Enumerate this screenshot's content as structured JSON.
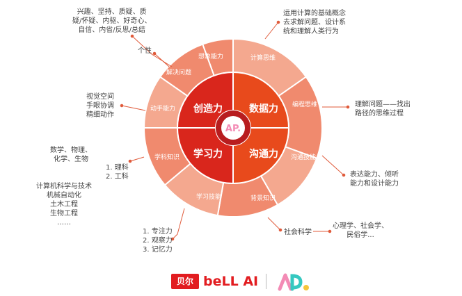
{
  "center_logo": "AP.",
  "quadrants": {
    "creativity": "创造力",
    "data": "数据力",
    "learning": "学习力",
    "communication": "沟通力"
  },
  "outer_segments": {
    "imagination": "想象能力",
    "computational_thinking": "计算思维",
    "programming_thinking": "编程思维",
    "communication_skills": "沟通技能",
    "background_knowledge": "背景知识",
    "learning_skills": "学习技能",
    "subject_knowledge": "学科知识",
    "hands_on": "动手能力",
    "problem_solving": "解决问题"
  },
  "annotations": {
    "traits": [
      "兴趣、坚持、质疑、质",
      "疑/怀疑、内驱、好奇心、",
      "自信、内省/反思/总结"
    ],
    "personality": "个性",
    "visual": [
      "视觉空间",
      "手眼协调",
      "精细动作"
    ],
    "subjects_left": [
      "数学、物理、",
      "化学、生物"
    ],
    "subjects_list": [
      "1.  理科",
      "2.  工科"
    ],
    "engineering": [
      "计算机科学与技术",
      "机械自动化",
      "土木工程",
      "生物工程",
      "……"
    ],
    "learning_list": [
      "1.  专注力",
      "2.  观察力",
      "3.  记忆力"
    ],
    "comp_thinking": [
      "运用计算的基础概念",
      "去求解问题、设计系",
      "统和理解人类行为"
    ],
    "prog_thinking": [
      "理解问题——找出",
      "路径的思维过程"
    ],
    "comm_skills": [
      "表达能力、倾听",
      "能力和设计能力"
    ],
    "social_science": "社会科学",
    "social_list": [
      "心理学、社会学、",
      "民俗学..."
    ]
  },
  "footer": {
    "brand_cn": "贝尔",
    "brand_en": "beLL AI",
    "logo": "AP."
  },
  "colors": {
    "outer_ring": "#f08a6e",
    "outer_ring_light": "#f4a88f",
    "inner_red": "#d9261c",
    "inner_orange": "#e84a1c",
    "center": "#b81d1f",
    "brand_red": "#e21c20",
    "logo_pink": "#f38bb5",
    "logo_teal": "#35c8c0",
    "logo_yellow": "#f6c53a",
    "connector": "#e05a3a"
  }
}
